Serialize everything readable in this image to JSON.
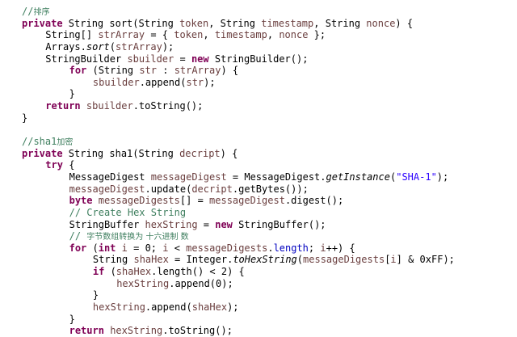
{
  "colors": {
    "background": "#ffffff",
    "plain": "#000000",
    "comment": "#3f7f5f",
    "keyword": "#7f0055",
    "field": "#0000c0",
    "variable": "#6a3e3e",
    "string": "#2a00ff"
  },
  "editor": {
    "lines": [
      {
        "indent": 0,
        "tokens": [
          {
            "t": "//",
            "c": "cm"
          },
          {
            "t": "排序",
            "c": "cm cjk"
          }
        ]
      },
      {
        "indent": 0,
        "tokens": [
          {
            "t": "private",
            "c": "kw"
          },
          {
            "t": " String sort(String ",
            "c": ""
          },
          {
            "t": "token",
            "c": "var"
          },
          {
            "t": ", String ",
            "c": ""
          },
          {
            "t": "timestamp",
            "c": "var"
          },
          {
            "t": ", String ",
            "c": ""
          },
          {
            "t": "nonce",
            "c": "var"
          },
          {
            "t": ") {",
            "c": ""
          }
        ]
      },
      {
        "indent": 1,
        "tokens": [
          {
            "t": "String[] ",
            "c": ""
          },
          {
            "t": "strArray",
            "c": "var"
          },
          {
            "t": " = { ",
            "c": ""
          },
          {
            "t": "token",
            "c": "var"
          },
          {
            "t": ", ",
            "c": ""
          },
          {
            "t": "timestamp",
            "c": "var"
          },
          {
            "t": ", ",
            "c": ""
          },
          {
            "t": "nonce",
            "c": "var"
          },
          {
            "t": " };",
            "c": ""
          }
        ]
      },
      {
        "indent": 1,
        "tokens": [
          {
            "t": "Arrays.",
            "c": ""
          },
          {
            "t": "sort",
            "c": "st"
          },
          {
            "t": "(",
            "c": ""
          },
          {
            "t": "strArray",
            "c": "var"
          },
          {
            "t": ");",
            "c": ""
          }
        ]
      },
      {
        "indent": 1,
        "tokens": [
          {
            "t": "StringBuilder ",
            "c": ""
          },
          {
            "t": "sbuilder",
            "c": "var"
          },
          {
            "t": " = ",
            "c": ""
          },
          {
            "t": "new",
            "c": "kw"
          },
          {
            "t": " StringBuilder();",
            "c": ""
          }
        ]
      },
      {
        "indent": 2,
        "tokens": [
          {
            "t": "for",
            "c": "kw"
          },
          {
            "t": " (String ",
            "c": ""
          },
          {
            "t": "str",
            "c": "var"
          },
          {
            "t": " : ",
            "c": ""
          },
          {
            "t": "strArray",
            "c": "var"
          },
          {
            "t": ") {",
            "c": ""
          }
        ]
      },
      {
        "indent": 3,
        "tokens": [
          {
            "t": "sbuilder",
            "c": "var"
          },
          {
            "t": ".append(",
            "c": ""
          },
          {
            "t": "str",
            "c": "var"
          },
          {
            "t": ");",
            "c": ""
          }
        ]
      },
      {
        "indent": 2,
        "tokens": [
          {
            "t": "}",
            "c": ""
          }
        ]
      },
      {
        "indent": 1,
        "tokens": [
          {
            "t": "return",
            "c": "kw"
          },
          {
            "t": " ",
            "c": ""
          },
          {
            "t": "sbuilder",
            "c": "var"
          },
          {
            "t": ".toString();",
            "c": ""
          }
        ]
      },
      {
        "indent": 0,
        "tokens": [
          {
            "t": "}",
            "c": ""
          }
        ]
      },
      {
        "indent": 0,
        "tokens": []
      },
      {
        "indent": 0,
        "tokens": [
          {
            "t": "//sha1",
            "c": "cm"
          },
          {
            "t": "加密",
            "c": "cm cjk"
          }
        ]
      },
      {
        "indent": 0,
        "tokens": [
          {
            "t": "private",
            "c": "kw"
          },
          {
            "t": " String sha1(String ",
            "c": ""
          },
          {
            "t": "decript",
            "c": "var"
          },
          {
            "t": ") {",
            "c": ""
          }
        ]
      },
      {
        "indent": 1,
        "tokens": [
          {
            "t": "try",
            "c": "kw"
          },
          {
            "t": " {",
            "c": ""
          }
        ]
      },
      {
        "indent": 2,
        "tokens": [
          {
            "t": "MessageDigest ",
            "c": ""
          },
          {
            "t": "messageDigest",
            "c": "var"
          },
          {
            "t": " = MessageDigest.",
            "c": ""
          },
          {
            "t": "getInstance",
            "c": "st"
          },
          {
            "t": "(",
            "c": ""
          },
          {
            "t": "\"SHA-1\"",
            "c": "str"
          },
          {
            "t": ");",
            "c": ""
          }
        ]
      },
      {
        "indent": 2,
        "tokens": [
          {
            "t": "messageDigest",
            "c": "var"
          },
          {
            "t": ".update(",
            "c": ""
          },
          {
            "t": "decript",
            "c": "var"
          },
          {
            "t": ".getBytes());",
            "c": ""
          }
        ]
      },
      {
        "indent": 2,
        "tokens": [
          {
            "t": "byte",
            "c": "kw"
          },
          {
            "t": " ",
            "c": ""
          },
          {
            "t": "messageDigests",
            "c": "var"
          },
          {
            "t": "[] = ",
            "c": ""
          },
          {
            "t": "messageDigest",
            "c": "var"
          },
          {
            "t": ".digest();",
            "c": ""
          }
        ]
      },
      {
        "indent": 2,
        "tokens": [
          {
            "t": "// Create Hex String",
            "c": "cm"
          }
        ]
      },
      {
        "indent": 2,
        "tokens": [
          {
            "t": "StringBuffer ",
            "c": ""
          },
          {
            "t": "hexString",
            "c": "var"
          },
          {
            "t": " = ",
            "c": ""
          },
          {
            "t": "new",
            "c": "kw"
          },
          {
            "t": " StringBuffer();",
            "c": ""
          }
        ]
      },
      {
        "indent": 2,
        "tokens": [
          {
            "t": "// ",
            "c": "cm"
          },
          {
            "t": "字节数组转换为 十六进制 数",
            "c": "cm cjk"
          }
        ]
      },
      {
        "indent": 2,
        "tokens": [
          {
            "t": "for",
            "c": "kw"
          },
          {
            "t": " (",
            "c": ""
          },
          {
            "t": "int",
            "c": "kw"
          },
          {
            "t": " ",
            "c": ""
          },
          {
            "t": "i",
            "c": "var"
          },
          {
            "t": " = 0; ",
            "c": ""
          },
          {
            "t": "i",
            "c": "var"
          },
          {
            "t": " < ",
            "c": ""
          },
          {
            "t": "messageDigests",
            "c": "var"
          },
          {
            "t": ".",
            "c": ""
          },
          {
            "t": "length",
            "c": "fld"
          },
          {
            "t": "; ",
            "c": ""
          },
          {
            "t": "i",
            "c": "var"
          },
          {
            "t": "++) {",
            "c": ""
          }
        ]
      },
      {
        "indent": 3,
        "tokens": [
          {
            "t": "String ",
            "c": ""
          },
          {
            "t": "shaHex",
            "c": "var"
          },
          {
            "t": " = Integer.",
            "c": ""
          },
          {
            "t": "toHexString",
            "c": "st"
          },
          {
            "t": "(",
            "c": ""
          },
          {
            "t": "messageDigests",
            "c": "var"
          },
          {
            "t": "[",
            "c": ""
          },
          {
            "t": "i",
            "c": "var"
          },
          {
            "t": "] & 0xFF);",
            "c": ""
          }
        ]
      },
      {
        "indent": 3,
        "tokens": [
          {
            "t": "if",
            "c": "kw"
          },
          {
            "t": " (",
            "c": ""
          },
          {
            "t": "shaHex",
            "c": "var"
          },
          {
            "t": ".length() < 2) {",
            "c": ""
          }
        ]
      },
      {
        "indent": 4,
        "tokens": [
          {
            "t": "hexString",
            "c": "var"
          },
          {
            "t": ".append(0);",
            "c": ""
          }
        ]
      },
      {
        "indent": 3,
        "tokens": [
          {
            "t": "}",
            "c": ""
          }
        ]
      },
      {
        "indent": 3,
        "tokens": [
          {
            "t": "hexString",
            "c": "var"
          },
          {
            "t": ".append(",
            "c": ""
          },
          {
            "t": "shaHex",
            "c": "var"
          },
          {
            "t": ");",
            "c": ""
          }
        ]
      },
      {
        "indent": 2,
        "tokens": [
          {
            "t": "}",
            "c": ""
          }
        ]
      },
      {
        "indent": 2,
        "tokens": [
          {
            "t": "return",
            "c": "kw"
          },
          {
            "t": " ",
            "c": ""
          },
          {
            "t": "hexString",
            "c": "var"
          },
          {
            "t": ".toString();",
            "c": ""
          }
        ]
      }
    ]
  }
}
